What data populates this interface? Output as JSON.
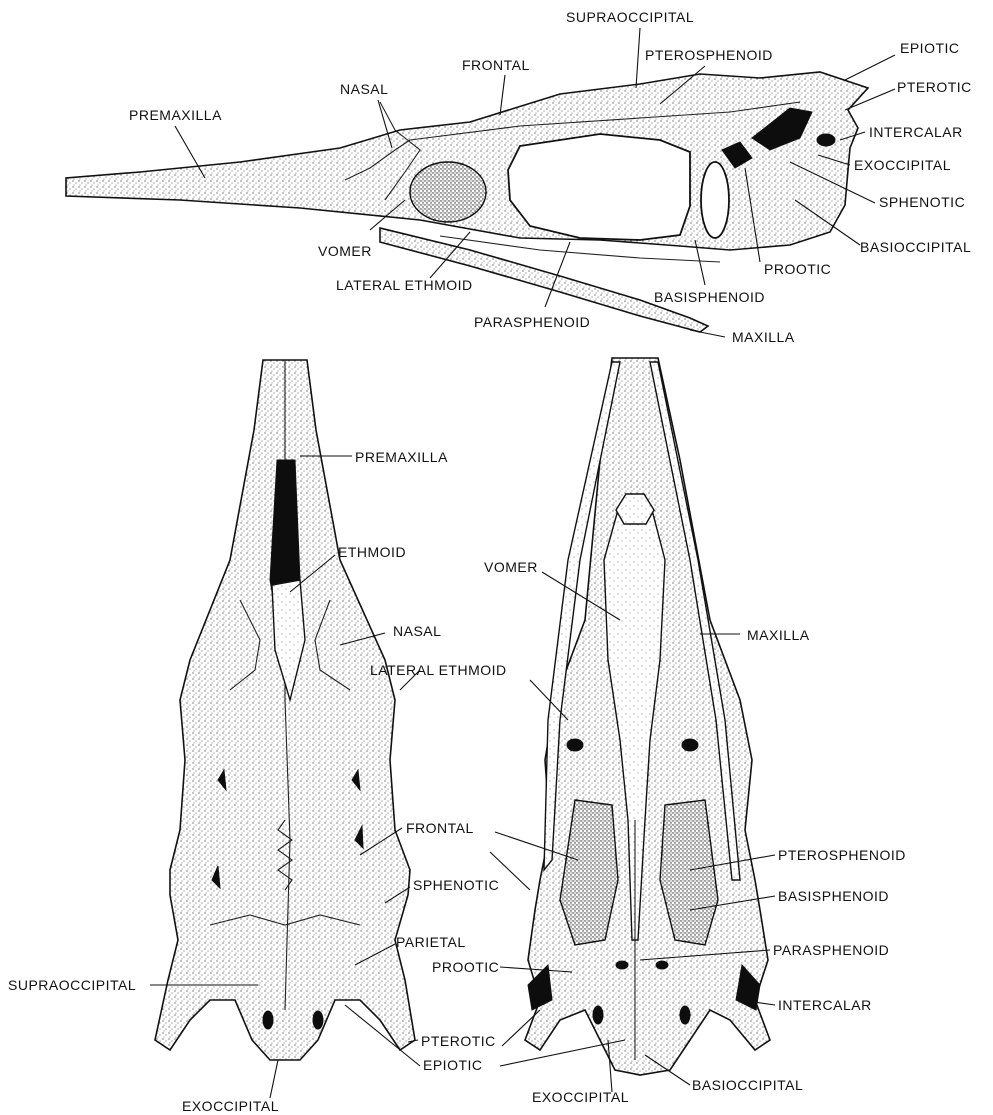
{
  "lateral_view": {
    "labels": {
      "supraoccipital": "SUPRAOCCIPITAL",
      "pterosphenoid": "PTEROSPHENOID",
      "epiotic": "EPIOTIC",
      "frontal": "FRONTAL",
      "nasal": "NASAL",
      "pterotic": "PTEROTIC",
      "premaxilla": "PREMAXILLA",
      "intercalar": "INTERCALAR",
      "exoccipital": "EXOCCIPITAL",
      "sphenotic": "SPHENOTIC",
      "basioccipital": "BASIOCCIPITAL",
      "vomer": "VOMER",
      "prootic": "PROOTIC",
      "lateral_ethmoid": "LATERAL ETHMOID",
      "basisphenoid": "BASISPHENOID",
      "parasphenoid": "PARASPHENOID",
      "maxilla": "MAXILLA"
    }
  },
  "dorsal_view": {
    "labels": {
      "premaxilla": "PREMAXILLA",
      "ethmoid": "ETHMOID",
      "nasal": "NASAL",
      "lateral_ethmoid": "LATERAL ETHMOID",
      "frontal": "FRONTAL",
      "sphenotic": "SPHENOTIC",
      "parietal": "PARIETAL",
      "supraoccipital": "SUPRAOCCIPITAL",
      "pterotic": "PTEROTIC",
      "epiotic": "EPIOTIC",
      "exoccipital": "EXOCCIPITAL"
    }
  },
  "ventral_view": {
    "labels": {
      "vomer": "VOMER",
      "maxilla": "MAXILLA",
      "pterosphenoid": "PTEROSPHENOID",
      "basisphenoid": "BASISPHENOID",
      "parasphenoid": "PARASPHENOID",
      "prootic": "PROOTIC",
      "intercalar": "INTERCALAR",
      "exoccipital": "EXOCCIPITAL",
      "basioccipital": "BASIOCCIPITAL"
    }
  }
}
